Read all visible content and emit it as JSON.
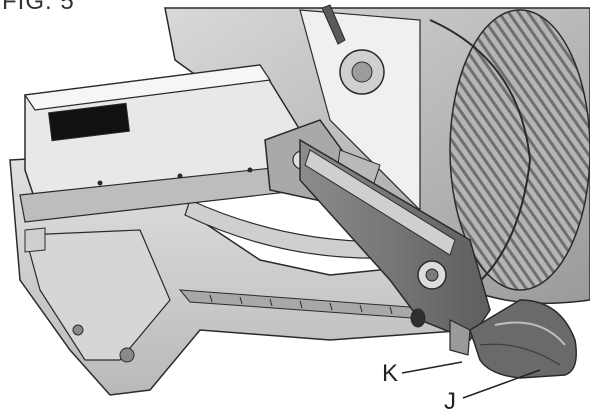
{
  "figure": {
    "label": "FIG. 5"
  },
  "callouts": [
    {
      "id": "K",
      "text": "K"
    },
    {
      "id": "J",
      "text": "J"
    }
  ],
  "colors": {
    "line": "#2a2a2a",
    "shade_light": "#e6e6e6",
    "shade_mid": "#c8c8c8",
    "shade_dark": "#7a7a7a",
    "slot_black": "#111111"
  }
}
